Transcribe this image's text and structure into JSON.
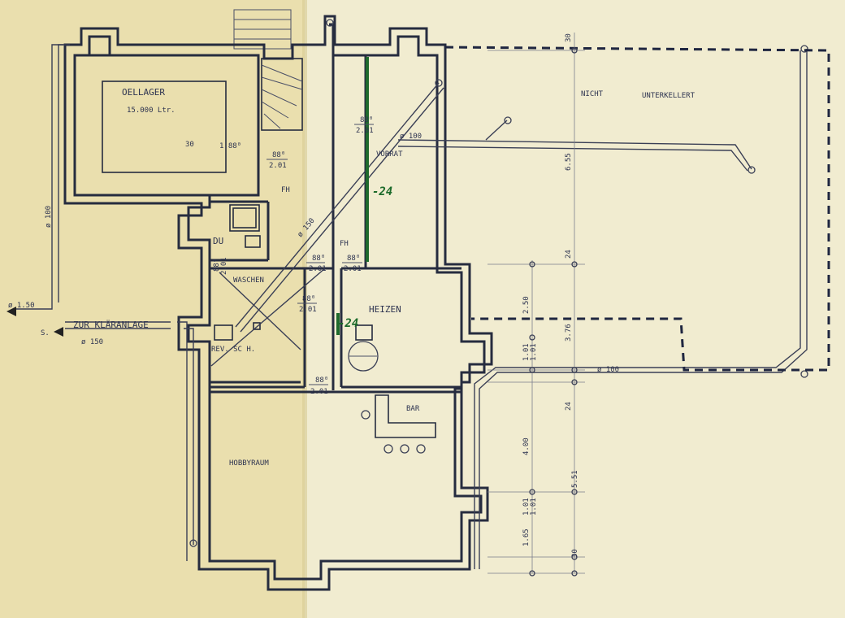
{
  "rooms": {
    "oellager": "OELLAGER",
    "oellager_capacity": "15.000 Ltr.",
    "du": "DU",
    "waschen": "WASCHEN",
    "vorrat": "VORRAT",
    "heizen": "HEIZEN",
    "hobbyraum": "HOBBYRAUM",
    "bar": "BAR",
    "rev_sch": "REV. SC H.",
    "fh_1": "FH",
    "fh_2": "FH",
    "nicht": "NICHT",
    "unterkellert": "UNTERKELLERT"
  },
  "annotations": {
    "zur_klaeranlage": "ZUR KLÄRANLAGE",
    "s_mark": "S.",
    "d150_outlet": "ø 150",
    "level_150": "ø 1.50",
    "d100_left": "ø 100",
    "d150_diag": "ø 150",
    "d100_top": "ø 100",
    "d100_bottom": "ø 100",
    "level_188": "1.88⁰",
    "level_30": "30",
    "green_24_a": "-24",
    "green_24_b": "-24"
  },
  "door_tags": [
    {
      "top": "88⁰",
      "bottom": "2.01"
    },
    {
      "top": "88⁰",
      "bottom": "2.01"
    },
    {
      "top": "88⁰",
      "bottom": "2.01"
    },
    {
      "top": "88⁰",
      "bottom": "2.01"
    },
    {
      "top": "88⁰",
      "bottom": "2.01"
    },
    {
      "top": "88⁰",
      "bottom": "2.01"
    },
    {
      "top": "88⁰",
      "bottom": "2.01"
    }
  ],
  "dimensions": {
    "d30_top": "30",
    "d655": "6.55",
    "d24_a": "24",
    "d250": "2.50",
    "d376": "3.76",
    "d101_a": "1.01",
    "d101_b": "1.01",
    "d24_b": "24",
    "d400": "4.00",
    "d551": "5.51",
    "d101_c": "1.01",
    "d101_d": "1.01",
    "d165": "1.65",
    "d30_bottom": "30"
  }
}
